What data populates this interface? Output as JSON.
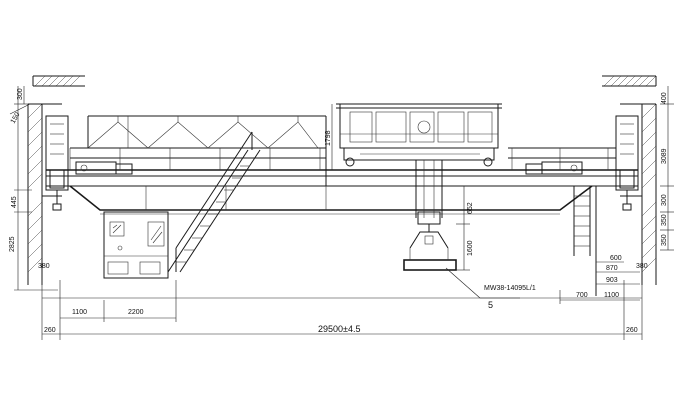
{
  "drawing": {
    "dims": {
      "left_top_300": "300",
      "left_150": "150",
      "left_445": "445",
      "left_2825": "2825",
      "left_380": "380",
      "bottom_1100": "1100",
      "bottom_2200": "2200",
      "bottom_260_left": "260",
      "span": "29500±4.5",
      "bottom_260_right": "260",
      "right_400": "400",
      "right_3089": "3089",
      "right_300": "300",
      "right_350a": "350",
      "right_350b": "350",
      "right_380": "380",
      "right_600": "600",
      "right_870": "870",
      "right_903": "903",
      "right_700": "700",
      "right_1100": "1100",
      "trolley_1798": "1798",
      "hook_652": "652",
      "hook_1600": "1600"
    },
    "labels": {
      "magnet_model": "MW38-14095L/1",
      "callout_5": "5"
    }
  }
}
